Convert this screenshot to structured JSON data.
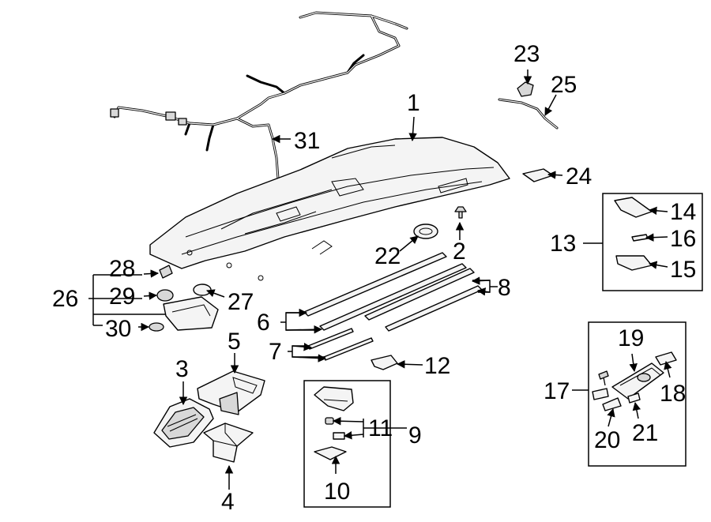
{
  "callouts": {
    "c1": "1",
    "c2": "2",
    "c3": "3",
    "c4": "4",
    "c5": "5",
    "c6": "6",
    "c7": "7",
    "c8": "8",
    "c9": "9",
    "c10": "10",
    "c11": "11",
    "c12": "12",
    "c13": "13",
    "c14": "14",
    "c15": "15",
    "c16": "16",
    "c17": "17",
    "c18": "18",
    "c19": "19",
    "c20": "20",
    "c21": "21",
    "c22": "22",
    "c23": "23",
    "c24": "24",
    "c25": "25",
    "c26": "26",
    "c27": "27",
    "c28": "28",
    "c29": "29",
    "c30": "30",
    "c31": "31"
  }
}
